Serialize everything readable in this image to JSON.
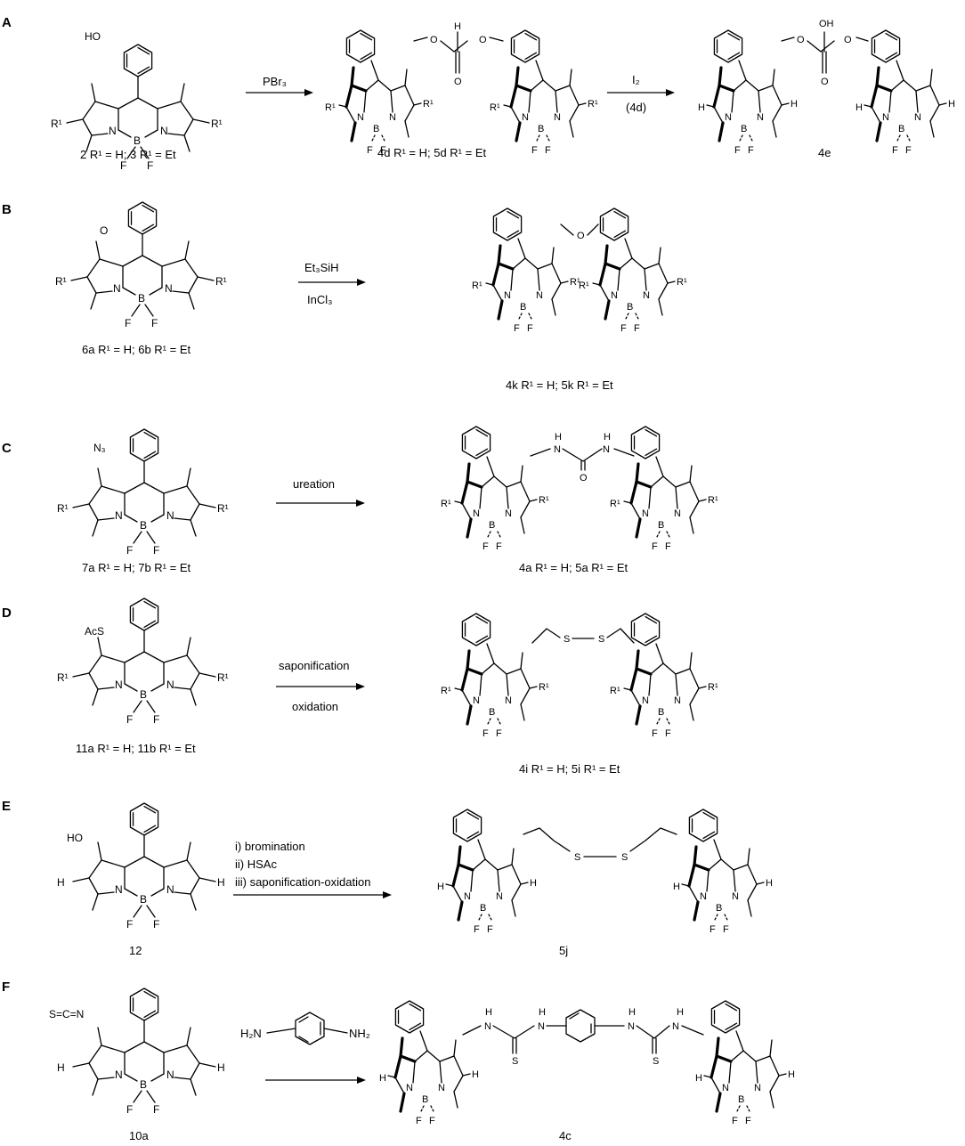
{
  "atoms": {
    "N": "N",
    "B": "B",
    "F": "F",
    "H": "H",
    "O": "O",
    "S": "S",
    "R1": "R¹"
  },
  "panels": [
    {
      "label": "A",
      "start": {
        "label": "2 R¹ = H; 3 R¹ = Et",
        "group": "HO"
      },
      "steps": [
        {
          "reagents": [
            "PBr₃"
          ],
          "product_label": "4d R¹ = H; 5d R¹ = Et"
        },
        {
          "reagents": [
            "I₂",
            "(4d)"
          ],
          "product_label": "4e"
        }
      ],
      "linker_labels": [
        "H",
        "O",
        "O",
        "O",
        "OH",
        "O",
        "O",
        "O"
      ]
    },
    {
      "label": "B",
      "start": {
        "label": "6a R¹ = H; 6b R¹ = Et",
        "group": "O"
      },
      "steps": [
        {
          "reagents": [
            "Et₃SiH",
            "InCl₃"
          ],
          "product_label": "4k R¹ = H; 5k R¹ = Et"
        }
      ],
      "linker_labels": [
        "O"
      ]
    },
    {
      "label": "C",
      "start": {
        "label": "7a R¹ = H; 7b R¹ = Et",
        "group": "N₃"
      },
      "steps": [
        {
          "reagents": [
            "ureation"
          ],
          "product_label": "4a R¹ = H; 5a R¹ = Et"
        }
      ],
      "linker_labels": [
        "H",
        "N",
        "H",
        "N",
        "O"
      ]
    },
    {
      "label": "D",
      "start": {
        "label": "11a R¹ = H; 11b R¹ = Et",
        "group": "AcS"
      },
      "steps": [
        {
          "reagents": [
            "saponification",
            "oxidation"
          ],
          "product_label": "4i R¹ = H; 5i R¹ = Et"
        }
      ],
      "linker_labels": [
        "S",
        "S"
      ]
    },
    {
      "label": "E",
      "start": {
        "label": "12",
        "group": "HO"
      },
      "steps": [
        {
          "reagents": [
            "i) bromination",
            "ii) HSAc",
            "iii) saponification-oxidation"
          ],
          "product_label": "5j"
        }
      ],
      "linker_labels": [
        "S",
        "S"
      ]
    },
    {
      "label": "F",
      "start": {
        "label": "10a",
        "group": "S=C=N"
      },
      "steps": [
        {
          "reagents": [
            "H₂N",
            "NH₂"
          ],
          "product_label": "4c"
        }
      ],
      "linker_labels": [
        "H",
        "N",
        "H",
        "N",
        "S",
        "H",
        "N",
        "H",
        "N",
        "S"
      ]
    }
  ]
}
